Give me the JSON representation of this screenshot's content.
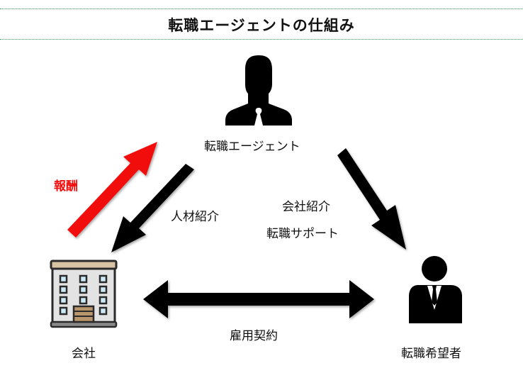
{
  "title": "転職エージェントの仕組み",
  "colors": {
    "rule": "#3aa55a",
    "arrow_black": "#000000",
    "arrow_red": "#f20d0d",
    "building_roof": "#d9c3a5",
    "building_body": "#e3e3e3",
    "building_window": "#cde9f5",
    "building_door": "#b8956a"
  },
  "nodes": {
    "agent": {
      "label": "転職エージェント",
      "icon": "person-with-tie-silhouette-icon"
    },
    "company": {
      "label": "会社",
      "icon": "office-building-icon"
    },
    "seeker": {
      "label": "転職希望者",
      "icon": "businessman-icon"
    }
  },
  "edges": {
    "reward": {
      "label": "報酬",
      "from": "company",
      "to": "agent"
    },
    "talent_referral": {
      "label": "人材紹介",
      "from": "agent",
      "to": "company"
    },
    "company_referral": {
      "label": "会社紹介",
      "from": "agent",
      "to": "seeker"
    },
    "career_support": {
      "label": "転職サポート",
      "from": "agent",
      "to": "seeker"
    },
    "employment_contract": {
      "label": "雇用契約",
      "from": "company",
      "to": "seeker",
      "bidirectional": true
    }
  }
}
